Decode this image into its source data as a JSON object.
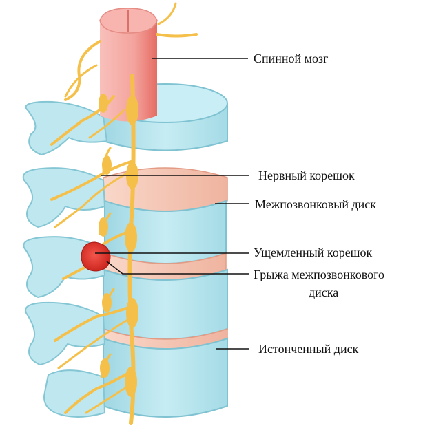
{
  "labels": {
    "spinal_cord": "Спинной мозг",
    "nerve_root": "Нервный корешок",
    "intervertebral_disc": "Межпозвонковый диск",
    "pinched_root": "Ущемленный корешок",
    "disc_herniation_line1": "Грыжа межпозвонкового",
    "disc_herniation_line2": "диска",
    "thinned_disc": "Истонченный диск"
  },
  "colors": {
    "bone": "#b7e3ec",
    "bone_shade": "#8fcfdc",
    "bone_outline": "#7fc2d1",
    "disc": "#f6c7b4",
    "disc_shade": "#eaa58e",
    "cord": "#f6a7a3",
    "cord_dark": "#e7796f",
    "nerve": "#f5c04a",
    "herniation": "#e5322a",
    "leader_line": "#111111"
  }
}
